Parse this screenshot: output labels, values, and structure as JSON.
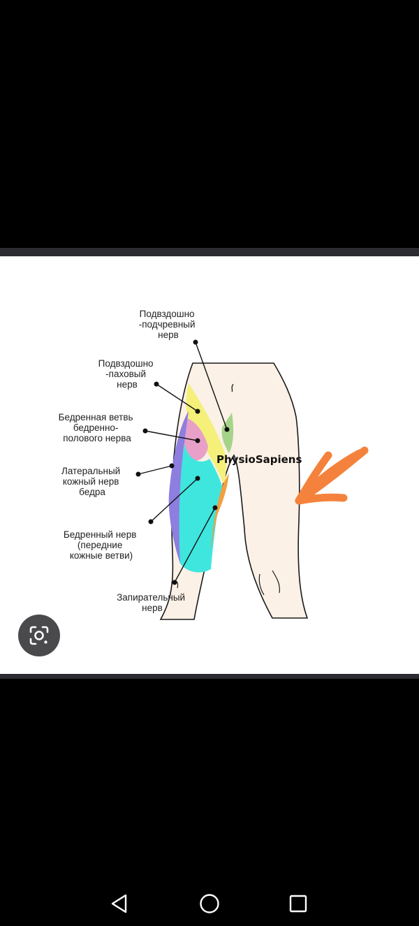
{
  "diagram": {
    "brand": "PhysioSapiens",
    "labels": {
      "iliohypogastric": [
        "Подвздошно",
        "-подчревный",
        "нерв"
      ],
      "ilioinguinal": [
        "Подвздошно",
        "-паховый",
        "нерв"
      ],
      "genitofemoral": [
        "Бедренная ветвь",
        "бедренно-",
        "полового нерва"
      ],
      "lateral_cutaneous": [
        "Латеральный",
        "кожный нерв",
        "бедра"
      ],
      "femoral": [
        "Бедренный нерв",
        "(передние",
        "кожные ветви)"
      ],
      "obturator": [
        "Запирательный",
        "нерв"
      ]
    },
    "colors": {
      "skin": "#fbf1e6",
      "yellow": "#f4f07a",
      "green": "#a6d38a",
      "pink": "#e8a0c8",
      "purple": "#8e7ee0",
      "cyan": "#3fe6de",
      "orange": "#f0a040",
      "arrow": "#f5823c"
    }
  },
  "overlays": {
    "lens_icon": "google-lens-icon",
    "annotation": "orange-arrow"
  },
  "navigation": {
    "back_icon": "triangle-back-icon",
    "home_icon": "circle-home-icon",
    "recents_icon": "square-recents-icon"
  }
}
